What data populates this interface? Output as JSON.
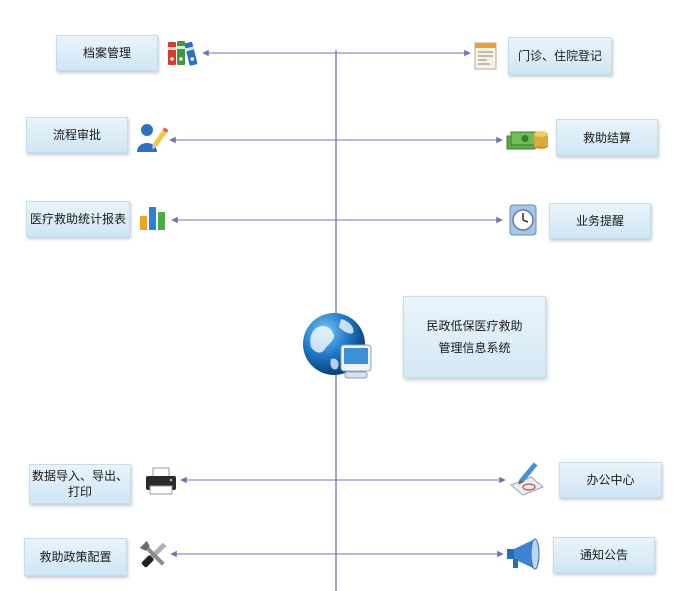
{
  "center": {
    "title_line1": "民政低保医疗救助",
    "title_line2": "管理信息系统"
  },
  "left_modules": [
    {
      "label": "档案管理"
    },
    {
      "label": "流程审批"
    },
    {
      "label": "医疗救助统计报表"
    },
    {
      "label_line1": "数据导入、导出、",
      "label_line2": "打印"
    },
    {
      "label": "救助政策配置"
    }
  ],
  "right_modules": [
    {
      "label": "门诊、住院登记"
    },
    {
      "label": "救助结算"
    },
    {
      "label": "业务提醒"
    },
    {
      "label": "办公中心"
    },
    {
      "label": "通知公告"
    }
  ],
  "colors": {
    "line": "#6f74b5",
    "box_top": "#e9f4fb",
    "box_bottom": "#cfe6f4"
  },
  "icons": [
    "binders-icon",
    "document-form-icon",
    "user-pen-icon",
    "money-icon",
    "bar-chart-icon",
    "clock-icon",
    "printer-icon",
    "pen-paper-icon",
    "tools-icon",
    "megaphone-icon",
    "globe-computer-icon"
  ]
}
